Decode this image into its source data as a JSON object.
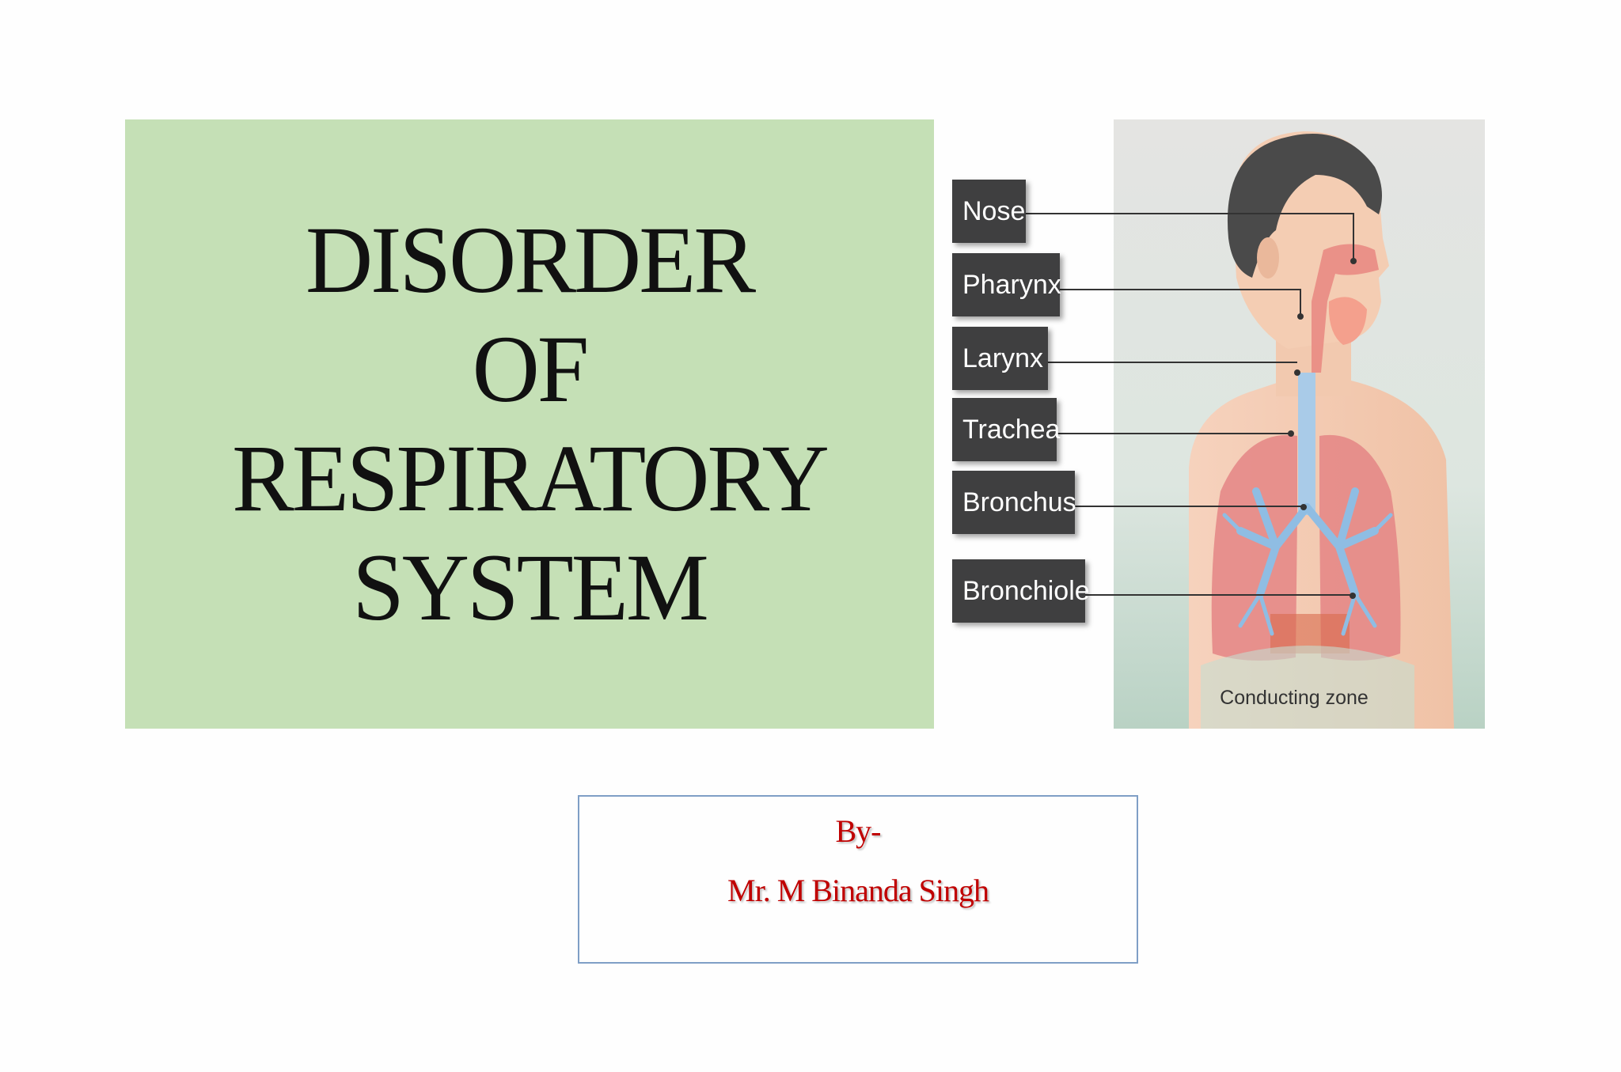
{
  "title": {
    "lines": [
      "DISORDER",
      "OF",
      "RESPIRATORY",
      "SYSTEM"
    ]
  },
  "diagram": {
    "labels": [
      "Nose",
      "Pharynx",
      "Larynx",
      "Trachea",
      "Bronchus",
      "Bronchiole"
    ],
    "caption": "Conducting zone"
  },
  "byline": {
    "by": "By-",
    "author": "Mr. M Binanda Singh"
  },
  "colors": {
    "title_panel": "#c5e0b6",
    "label_bg": "#3f3f40",
    "byline_text": "#c00000",
    "byline_border": "#7f9fc6"
  }
}
